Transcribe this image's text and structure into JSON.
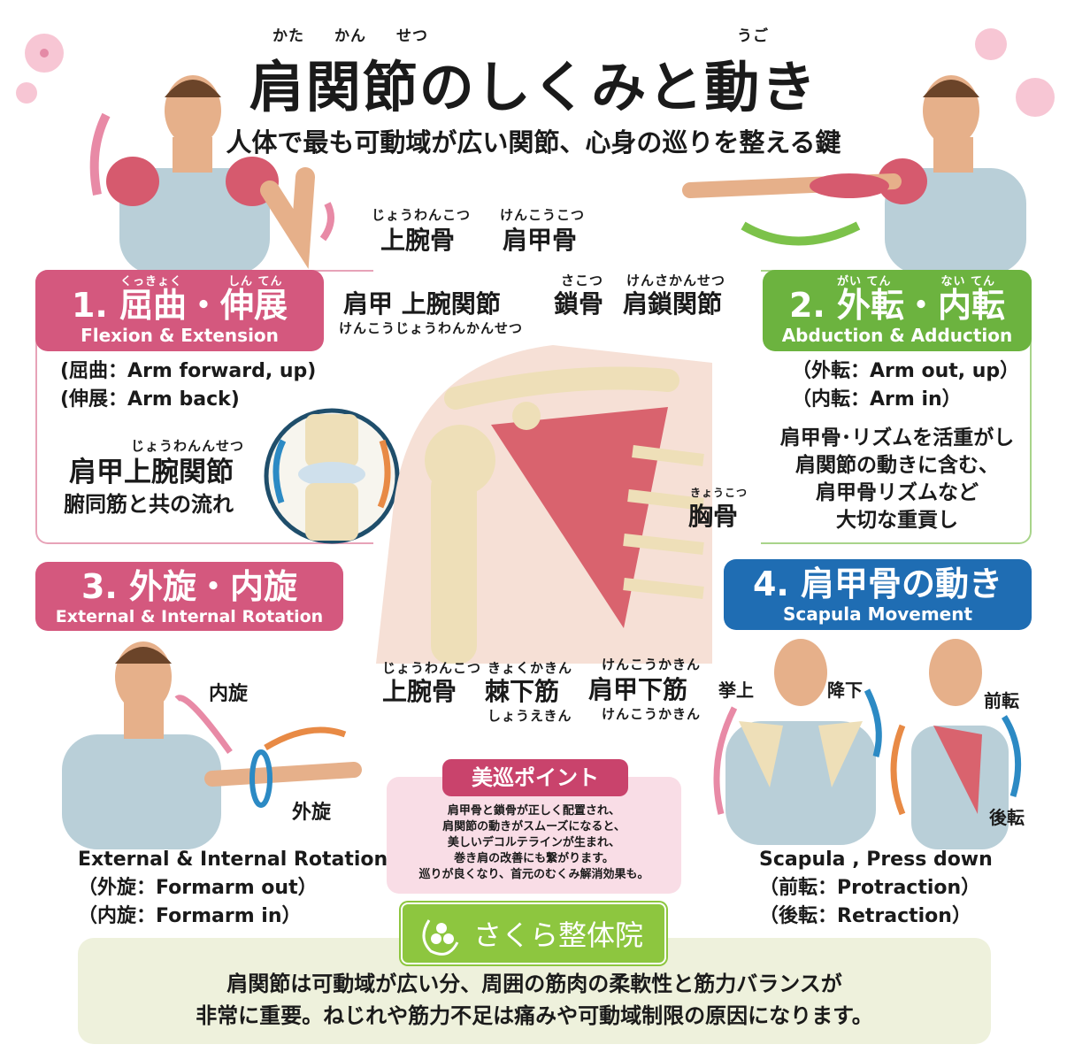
{
  "title": {
    "ruby": [
      "かた",
      "かん",
      "せつ",
      "うご"
    ],
    "text": "肩関節のしくみと動き",
    "subtitle": "人体で最も可動域が広い関節、心身の巡りを整える鍵"
  },
  "anatomy": {
    "humerus_top": {
      "ruby": "じょうわんこつ",
      "text": "上腕骨"
    },
    "scapula": {
      "ruby": "けんこうこつ",
      "text": "肩甲骨"
    },
    "glenohumeral": {
      "text": "肩甲 上腕関節",
      "reading": "けんこうじょうわんかんせつ"
    },
    "clavicle": {
      "ruby": "さこつ",
      "text": "鎖骨"
    },
    "ac_joint": {
      "ruby": "けんさかんせつ",
      "text": "肩鎖関節"
    },
    "sternum": {
      "ruby": "きょうこつ",
      "text": "胸骨"
    },
    "humerus_bottom": {
      "ruby": "じょうわんこつ",
      "text": "上腕骨"
    },
    "infraspinatus": {
      "ruby": "きょくかきん",
      "text": "棘下筋",
      "reading": "しょうえきん"
    },
    "subscapularis": {
      "ruby": "けんこうかきん",
      "text": "肩甲下筋",
      "reading": "けんこうかきん"
    }
  },
  "panel1": {
    "ruby": [
      "くっきょく",
      "しん てん"
    ],
    "title": "1. 屈曲・伸展",
    "en": "Flexion & Extension",
    "lines": [
      "(屈曲：Arm forward, up)",
      "(伸展：Arm back)"
    ],
    "sub_ruby": "じょうわんんせつ",
    "sub_title": "肩甲上腕関節",
    "sub_text": "腑同筋と共の流れ"
  },
  "panel2": {
    "ruby": [
      "がい てん",
      "ない てん"
    ],
    "title": "2. 外転・内転",
    "en": "Abduction & Adduction",
    "lines": [
      "（外転：Arm out, up）",
      "（内転：Arm in）"
    ],
    "desc": [
      "肩甲骨･リズムを活重がし",
      "肩関節の動きに含む、",
      "肩甲骨リズムなど",
      "大切な重貢し"
    ]
  },
  "panel3": {
    "title": "3. 外旋・内旋",
    "en": "External & Internal Rotation",
    "label_in": "内旋",
    "label_out": "外旋",
    "lines": [
      "External & Internal Rotation",
      "（外旋：Formarm out）",
      "（内旋：Formarm in）"
    ]
  },
  "panel4": {
    "title": "4. 肩甲骨の動き",
    "en": "Scapula Movement",
    "elevation": "挙上",
    "depression": "降下",
    "protraction": "前転",
    "retraction": "後転",
    "lines": [
      "Scapula , Press down",
      "（前転：Protraction）",
      "（後転：Retraction）"
    ]
  },
  "point": {
    "title": "美巡ポイント",
    "lines": [
      "肩甲骨と鎖骨が正しく配置され、",
      "肩関節の動きがスムーズになると、",
      "美しいデコルテラインが生まれ、",
      "巻き肩の改善にも繋がります。",
      "巡りが良くなり、首元のむくみ解消効果も。"
    ]
  },
  "logo": {
    "text": "さくら整体院"
  },
  "footer": {
    "lines": [
      "肩関節は可動域が広い分、周囲の筋肉の柔軟性と筋力バランスが",
      "非常に重要。ねじれや筋力不足は痛みや可動域制限の原因になります。"
    ]
  },
  "colors": {
    "pink": "#d4587e",
    "green": "#6cb33f",
    "blue": "#1f6db3",
    "logo_green": "#8dc63f",
    "footer_bg": "#eef1dc",
    "point_bg": "#f9dde6"
  }
}
